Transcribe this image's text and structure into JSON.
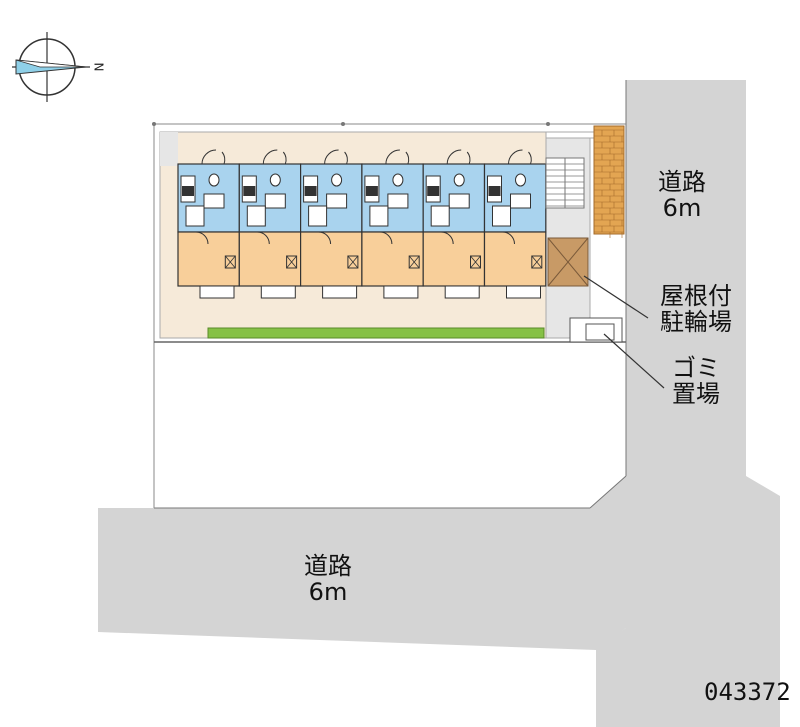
{
  "map": {
    "id_number": "043372",
    "compass": {
      "north_letter": "N"
    },
    "roads": [
      {
        "name": "道路",
        "width": "6m"
      },
      {
        "name": "道路",
        "width": "6m"
      }
    ],
    "facilities": {
      "bicycle_parking": {
        "line1": "屋根付",
        "line2": "駐輪場"
      },
      "garbage": {
        "line1": "ゴミ",
        "line2": "置場"
      }
    },
    "building": {
      "unit_count": 6
    },
    "colors": {
      "road": "#d4d4d4",
      "site_ground": "#f6ead9",
      "unit_bath": "#a9d3ee",
      "unit_room": "#f8cf9a",
      "hedge": "#86c146",
      "stairs_brick": "#e3a552",
      "bike_roof": "#c89a66"
    }
  }
}
